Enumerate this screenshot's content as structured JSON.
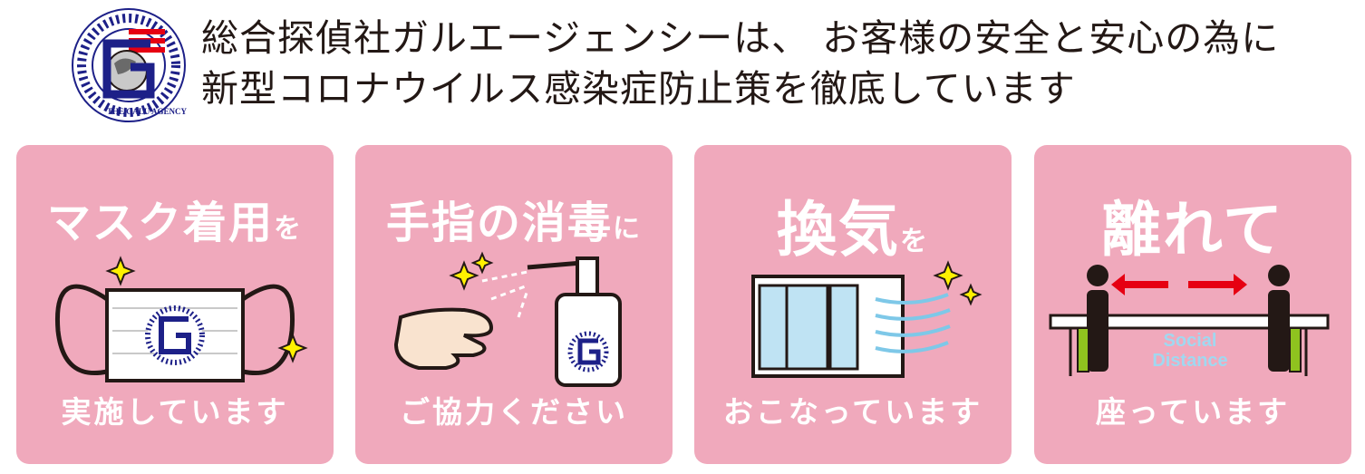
{
  "header": {
    "line1": "総合探偵社ガルエージェンシーは、 お客様の安全と安心の為に",
    "line2": "新型コロナウイルス感染症防止策を徹底しています",
    "logo_text": "THE GALU AGENCY"
  },
  "panels": [
    {
      "title_main": "マスク着用",
      "title_small": "を",
      "bottom": "実施しています",
      "icon": "mask-icon"
    },
    {
      "title_main": "手指の消毒",
      "title_small": "に",
      "bottom": "ご協力ください",
      "icon": "sanitizer-icon"
    },
    {
      "title_main": "換気",
      "title_small": "を",
      "bottom": "おこなっています",
      "icon": "window-ventilation-icon"
    },
    {
      "title_main": "離れて",
      "title_small": "",
      "bottom": "座っています",
      "icon": "social-distance-icon",
      "sd_line1": "Social",
      "sd_line2": "Distance"
    }
  ],
  "colors": {
    "panel": "#f0a9bc",
    "text": "#231815",
    "arrow": "#e60012",
    "sparkle": "#fff100",
    "air": "#7ec8e8"
  }
}
